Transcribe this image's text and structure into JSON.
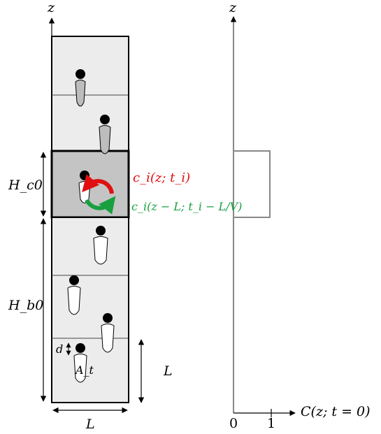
{
  "left_panel": {
    "axis_label": "z",
    "height_c0_label": "H_c0",
    "height_b0_label": "H_b0",
    "width_label": "L",
    "cell_length_label": "L",
    "bubble_gap_label": "d",
    "area_label": "A_t",
    "red_equation": "c_i(z; t_i)",
    "green_equation": "c_i(z − L; t_i − L/V)"
  },
  "right_panel": {
    "axis_label_y": "z",
    "axis_label_x": "C(z; t = 0)",
    "tick_0": "0",
    "tick_1": "1"
  },
  "colors": {
    "light_cell": "#ececec",
    "dark_cell": "#c4c4c4",
    "red": "#e01010",
    "green": "#18a040",
    "profile": "#888888"
  }
}
